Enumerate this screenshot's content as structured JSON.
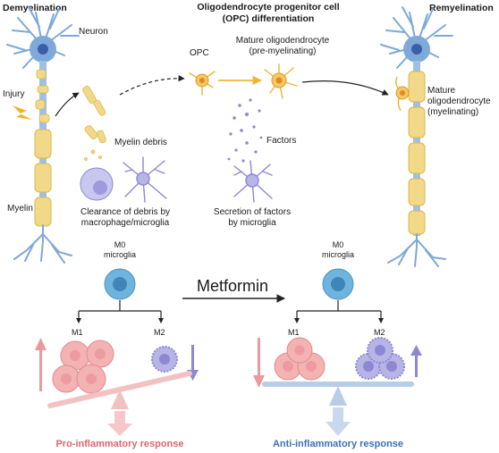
{
  "headers": {
    "demyelination": "Demyelination",
    "opc_line1": "Oligodendrocyte progenitor cell",
    "opc_line2": "(OPC) differentiation",
    "remyelination": "Remyelination"
  },
  "labels": {
    "neuron": "Neuron",
    "injury": "Injury",
    "myelin": "Myelin",
    "myelin_debris": "Myelin debris",
    "clearance_line1": "Clearance of debris by",
    "clearance_line2": "macrophage/microglia",
    "opc": "OPC",
    "mature_pre_line1": "Mature oligodendrocyte",
    "mature_pre_line2": "(pre-myelinating)",
    "factors": "Factors",
    "secretion_line1": "Secretion of factors",
    "secretion_line2": "by microglia",
    "mature_myel_line1": "Mature",
    "mature_myel_line2": "oligodendrocyte",
    "mature_myel_line3": "(myelinating)"
  },
  "bottom": {
    "m0_line1": "M0",
    "m0_line2": "microglia",
    "m1": "M1",
    "m2": "M2",
    "metformin": "Metformin",
    "pro_response": "Pro-inflammatory response",
    "anti_response": "Anti-inflammatory response"
  },
  "colors": {
    "neuron": "#7ea9d8",
    "myelin": "#f2d98a",
    "opc": "#f0b43a",
    "m0": "#6eb4dc",
    "m1": "#f3b3b3",
    "m2": "#b7b4e6",
    "pro": "#d9686e",
    "anti": "#3f70b3",
    "arrow_up": "#e89a9c",
    "arrow_m2": "#8c88d4"
  }
}
